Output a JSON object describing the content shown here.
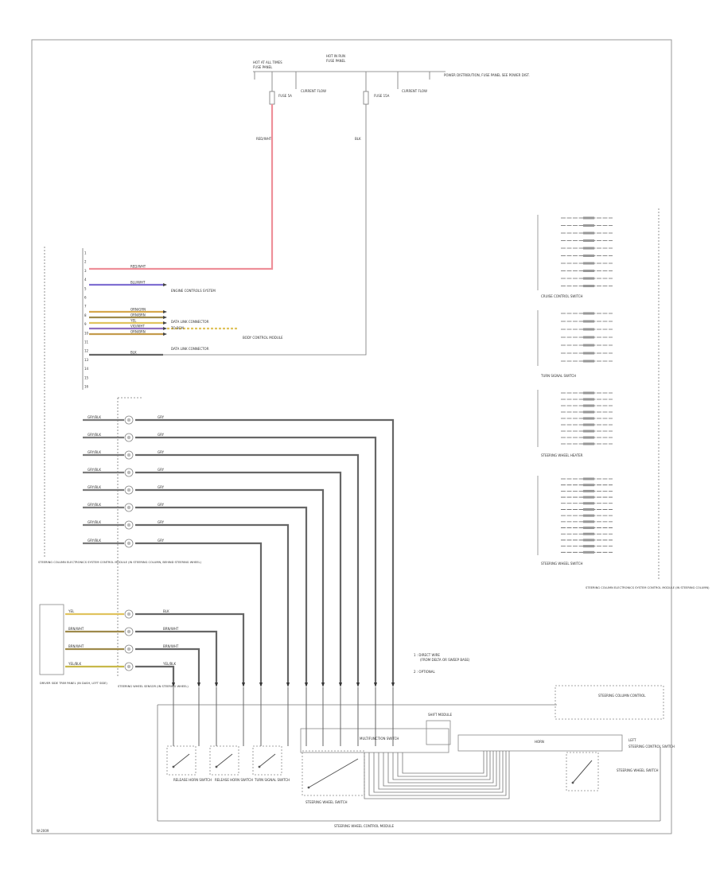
{
  "figure_id": "W-2009",
  "footer_caption": "STEERING WHEEL CONTROL MODULE",
  "top": {
    "hot_label": "HOT AT ALL TIMES",
    "fuse_panel": "FUSE PANEL",
    "hot_run": "HOT IN RUN",
    "fuse_a": "FUSE 5A",
    "fuse_b": "FUSE 15A",
    "fuse_a_note": "CURRENT FLOW",
    "fuse_b_note": "CURRENT FLOW",
    "right_note": "POWER DISTRIBUTION, FUSE PANEL SEE POWER DIST.",
    "wire_a": "RED/WHT",
    "wire_b": "BLK"
  },
  "left_connector": {
    "pins": [
      "1",
      "2",
      "3",
      "4",
      "5",
      "6",
      "7",
      "8",
      "9",
      "10",
      "11",
      "12",
      "13",
      "14",
      "15",
      "16"
    ]
  },
  "bus_wires": [
    {
      "label": "RED/WHT",
      "color": "#ee8f99"
    },
    {
      "label": "BLU/WHT",
      "color": "#7f6fd2"
    },
    {
      "label": "ORN/GRN",
      "color": "#d6a84c"
    },
    {
      "label": "ORN/BRN",
      "color": "#9e8a4b"
    },
    {
      "label": "YEL",
      "color": "#e0c35e"
    },
    {
      "label": "VIO/WHT",
      "color": "#8f6fbf"
    },
    {
      "label": "ORN/BRN",
      "color": "#c49b4c"
    },
    {
      "label": "BLK",
      "color": "#666666"
    }
  ],
  "bus_dest_labels": [
    "ENGINE CONTROLS SYSTEM",
    "DATA LINK CONNECTOR",
    "TO BCM",
    "BODY CONTROL MODULE",
    "DATA LINK CONNECTOR"
  ],
  "left_module_text": "STEERING COLUMN ELECTRONICS SYSTEM CONTROL MODULE (IN STEERING COLUMN, BEHIND STEERING WHEEL)",
  "clock_spring_label": "STEERING WHEEL SENSOR (IN STEERING WHEEL)",
  "trim_panel_label": "DRIVER SIDE TRIM PANEL (IN DASH, LEFT SIDE)",
  "gray_wires": {
    "left": [
      "GRY/BLK",
      "GRY/BLK",
      "GRY/BLK",
      "GRY/BLK",
      "GRY/BLK",
      "GRY/BLK",
      "GRY/BLK",
      "GRY/BLK"
    ],
    "right": [
      "GRY",
      "GRY",
      "GRY",
      "GRY",
      "GRY",
      "GRY",
      "GRY",
      "GRY"
    ]
  },
  "lower_wires": {
    "left": [
      "YEL",
      "BRN/WHT",
      "BRN/WHT",
      "YEL/BLK"
    ],
    "right": [
      "BLK",
      "BRN/WHT",
      "BRN/WHT",
      "YEL/BLK"
    ]
  },
  "legend": {
    "line1": "1 : DIRECT WIRE",
    "line1b": "(FROM DELTA OR SWEEP BASE)",
    "line2": "2 : OPTIONAL"
  },
  "right_groups": {
    "group1": "CRUISE CONTROL SWITCH",
    "group2": "TURN SIGNAL SWITCH",
    "group3": "STEERING WHEEL HEATER",
    "group4": "STEERING WHEEL SWITCH",
    "right_module": "STEERING COLUMN ELECTRONICS SYSTEM CONTROL MODULE (IN STEERING COLUMN)"
  },
  "bottom_components": {
    "c1": "RELEASE HORN SWITCH",
    "c2": "RELEASE HORN SWITCH",
    "c3": "TURN SIGNAL SWITCH",
    "c4": "STEERING WHEEL SWITCH",
    "c5": "MULTIFUNCTION SWITCH",
    "c6": "HORN",
    "c7": "STEERING WHEEL SWITCH",
    "c8": "SHIFT MODULE",
    "c9": "STEERING COLUMN CONTROL",
    "c10": "LEFT",
    "c11": "STEERING CONTROL SWITCH"
  }
}
